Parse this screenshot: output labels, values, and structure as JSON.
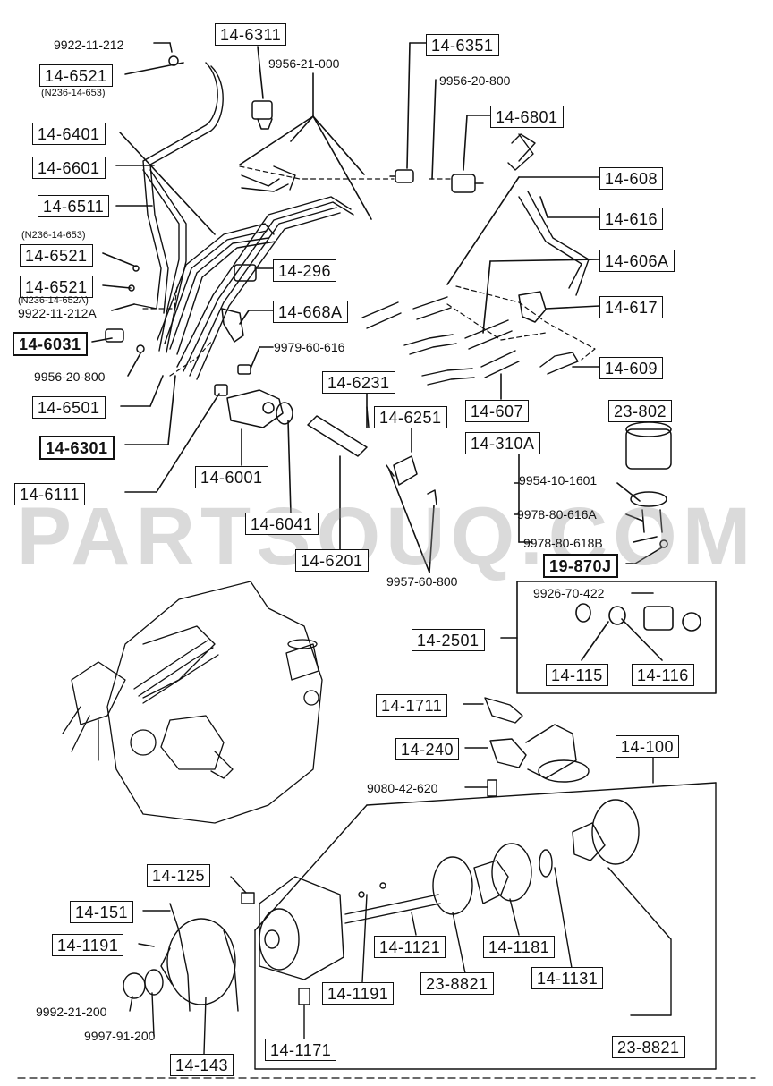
{
  "watermark": "PARTSOUQ.COM",
  "labels": {
    "p9922_11_212_top": "9922-11-212",
    "p14_6521_top": "14-6521",
    "n236_653_top": "(N236-14-653)",
    "p14_6311": "14-6311",
    "p9956_21_000": "9956-21-000",
    "p14_6351": "14-6351",
    "p9956_20_800_top": "9956-20-800",
    "p14_6801": "14-6801",
    "p14_6401": "14-6401",
    "p14_6601": "14-6601",
    "p14_608": "14-608",
    "p14_6511": "14-6511",
    "p14_616": "14-616",
    "n236_653_mid": "(N236-14-653)",
    "p14_6521_a": "14-6521",
    "p14_606A": "14-606A",
    "p14_296": "14-296",
    "p14_6521_b": "14-6521",
    "n236_652A": "(N236-14-652A)",
    "p9922_11_212A": "9922-11-212A",
    "p14_668A": "14-668A",
    "p14_617": "14-617",
    "p14_6031": "14-6031",
    "p9979_60_616": "9979-60-616",
    "p9956_20_800_mid": "9956-20-800",
    "p14_609": "14-609",
    "p14_6231": "14-6231",
    "p14_6501": "14-6501",
    "p14_6251": "14-6251",
    "p14_607": "14-607",
    "p23_802": "23-802",
    "p14_6301": "14-6301",
    "p14_310A": "14-310A",
    "p14_6001": "14-6001",
    "p9954_10_1601": "9954-10-1601",
    "p14_6111": "14-6111",
    "p9978_80_616A": "9978-80-616A",
    "p14_6041": "14-6041",
    "p9978_80_618B": "9978-80-618B",
    "p14_6201": "14-6201",
    "p19_870J": "19-870J",
    "p9957_60_800": "9957-60-800",
    "p9926_70_422": "9926-70-422",
    "p14_2501": "14-2501",
    "p14_115": "14-115",
    "p14_116": "14-116",
    "p14_1711": "14-1711",
    "p14_240": "14-240",
    "p14_100": "14-100",
    "p9080_42_620": "9080-42-620",
    "p14_125": "14-125",
    "p14_151": "14-151",
    "p14_1191_left": "14-1191",
    "p14_1121": "14-1121",
    "p14_1181": "14-1181",
    "p9992_21_200": "9992-21-200",
    "p14_1191_mid": "14-1191",
    "p23_8821_mid": "23-8821",
    "p14_1131": "14-1131",
    "p9997_91_200": "9997-91-200",
    "p14_143": "14-143",
    "p14_1171": "14-1171",
    "p23_8821_right": "23-8821"
  }
}
